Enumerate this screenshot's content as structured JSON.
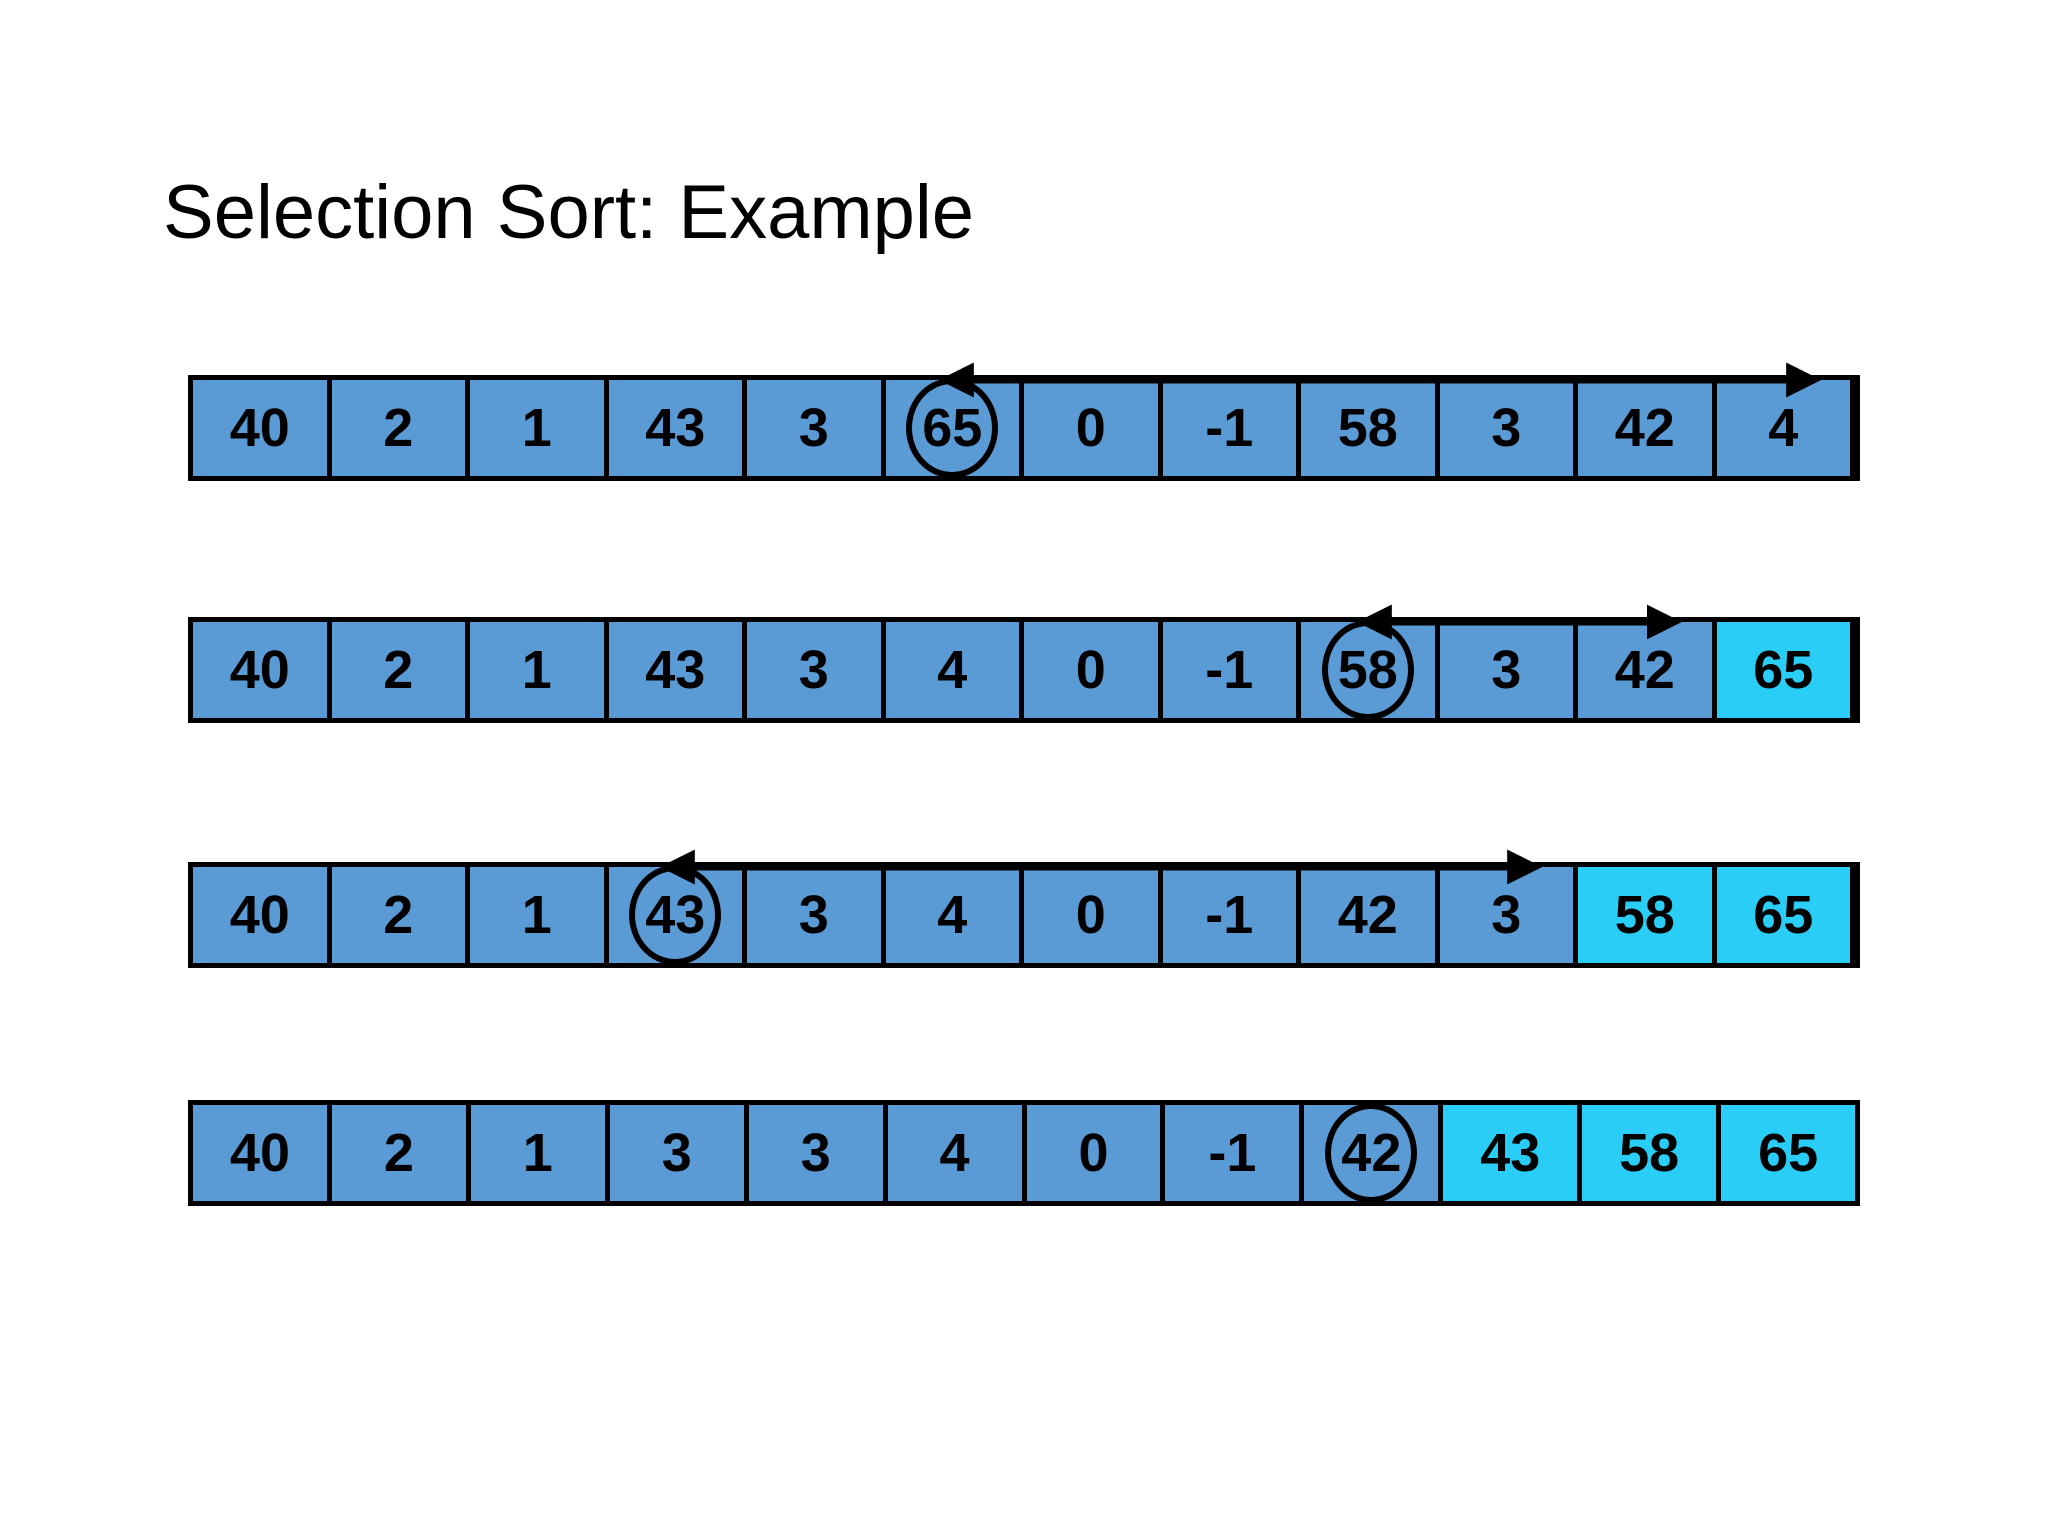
{
  "slide": {
    "title": "Selection Sort: Example",
    "background_color": "#FFFFFF",
    "unsorted_color": "#5B9BD5",
    "sorted_color": "#29CDF5",
    "border_color": "#000000"
  },
  "chart_data": {
    "type": "table",
    "title": "Selection Sort: Example",
    "description": "Four successive passes of selection sort on a 12-element array; each pass circles the current maximum and swaps it with the last unsorted position.",
    "columns": 12,
    "rows": [
      {
        "pass": 1,
        "values": [
          "40",
          "2",
          "1",
          "43",
          "3",
          "65",
          "0",
          "-1",
          "58",
          "3",
          "42",
          "4"
        ],
        "selected_index": 5,
        "sorted_from_index": 12,
        "arrow_from_index": 5,
        "arrow_to_index": 11
      },
      {
        "pass": 2,
        "values": [
          "40",
          "2",
          "1",
          "43",
          "3",
          "4",
          "0",
          "-1",
          "58",
          "3",
          "42",
          "65"
        ],
        "selected_index": 8,
        "sorted_from_index": 11,
        "arrow_from_index": 8,
        "arrow_to_index": 10
      },
      {
        "pass": 3,
        "values": [
          "40",
          "2",
          "1",
          "43",
          "3",
          "4",
          "0",
          "-1",
          "42",
          "3",
          "58",
          "65"
        ],
        "selected_index": 3,
        "sorted_from_index": 10,
        "arrow_from_index": 3,
        "arrow_to_index": 9
      },
      {
        "pass": 4,
        "values": [
          "40",
          "2",
          "1",
          "3",
          "3",
          "4",
          "0",
          "-1",
          "42",
          "43",
          "58",
          "65"
        ],
        "selected_index": 8,
        "sorted_from_index": 9,
        "arrow_from_index": null,
        "arrow_to_index": null
      }
    ]
  }
}
